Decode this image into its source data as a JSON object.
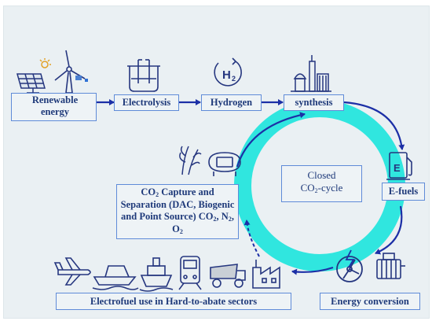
{
  "colors": {
    "arrow": "#1c2fa6",
    "ring": "#30e6df",
    "text": "#1f3a7a",
    "box_border": "#5f8bd8",
    "icon": "#25367f",
    "panel": "#eaf0f3"
  },
  "labels": {
    "renewable": "Renewable energy",
    "electrolysis": "Electrolysis",
    "hydrogen": "Hydrogen",
    "synthesis": "synthesis",
    "closed_a": "Closed",
    "closed_b": "CO",
    "closed_sub": "2",
    "closed_c": "-cycle",
    "efuels": "E-fuels",
    "energy_conversion": "Energy conversion",
    "electrofuel_use": "Electrofuel use in Hard-to-abate sectors",
    "capture": {
      "a": "CO",
      "a_sub": "2",
      "b": " Capture and Separation (DAC, Biogenic and Point Source) CO",
      "b_sub": "2",
      "c": ", N",
      "c_sub": "2",
      "d": ", O",
      "d_sub": "2"
    },
    "h2_icon_text": "H",
    "h2_icon_sub": "2",
    "efuel_icon_text": "E"
  },
  "icons": [
    "solar-panel-icon",
    "wind-turbine-icon",
    "electrolyzer-icon",
    "hydrogen-icon",
    "synthesis-plant-icon",
    "fuel-pump-icon",
    "wheat-icon",
    "capture-unit-icon",
    "airplane-icon",
    "speedboat-icon",
    "ship-icon",
    "train-icon",
    "mining-truck-icon",
    "factory-icon",
    "turbine-icon",
    "engine-icon"
  ]
}
